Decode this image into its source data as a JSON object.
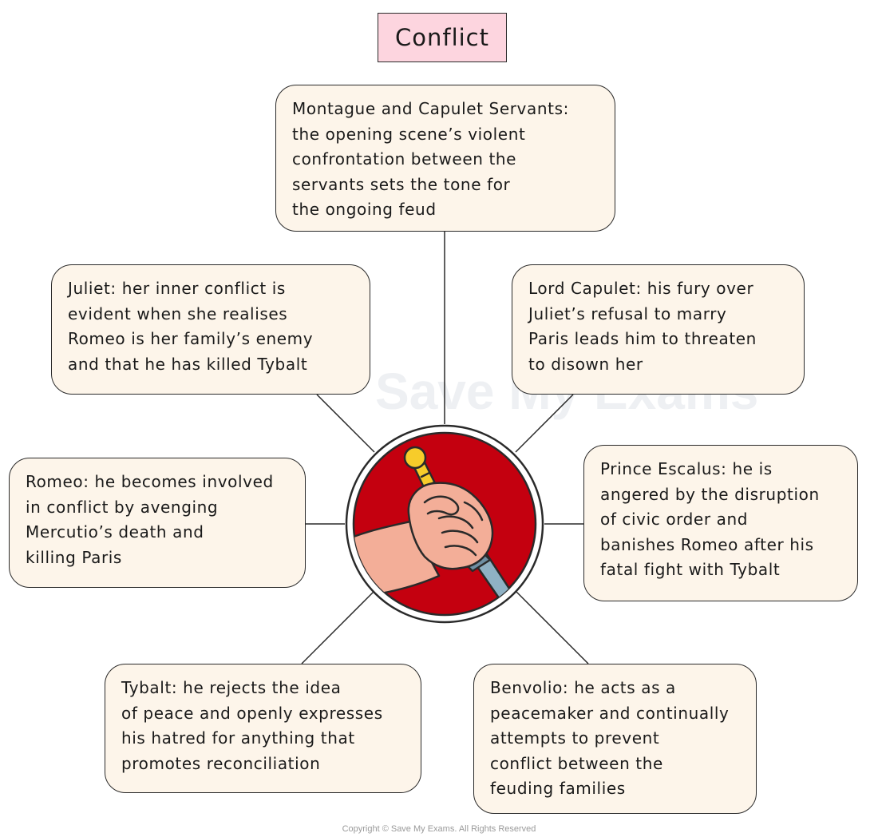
{
  "title": "Conflict",
  "watermark": "Save My Exams",
  "nodes": {
    "servants": "Montague and Capulet Servants:\nthe opening scene’s violent\nconfrontation between the\nservants sets the tone for\nthe ongoing feud",
    "juliet": "Juliet: her inner conflict is\nevident when she realises\nRomeo is her family’s enemy\nand that he has killed Tybalt",
    "capulet": "Lord Capulet: his fury over\nJuliet’s refusal to marry\nParis leads him to threaten\nto disown her",
    "romeo": "Romeo: he becomes involved\nin conflict by avenging\nMercutio’s death and\nkilling Paris",
    "prince": "Prince Escalus: he is\nangered by the disruption\nof civic order and\nbanishes Romeo after his\nfatal fight with Tybalt",
    "tybalt": "Tybalt: he rejects the idea\nof peace and openly expresses\nhis hatred for anything that\npromotes reconciliation",
    "benvolio": "Benvolio: he acts as a\npeacemaker and continually\nattempts to prevent\nconflict between the\nfeuding families"
  },
  "center_icon": "fist-gripping-dagger-icon",
  "copyright": "Copyright © Save My Exams. All Rights Reserved",
  "colors": {
    "title_fill": "#fdd5df",
    "node_fill": "#fdf5ea",
    "icon_background": "#c4000f",
    "skin": "#f3ae98",
    "dagger_pommel": "#f7cc2a",
    "dagger_blade": "#8fb1c4"
  }
}
